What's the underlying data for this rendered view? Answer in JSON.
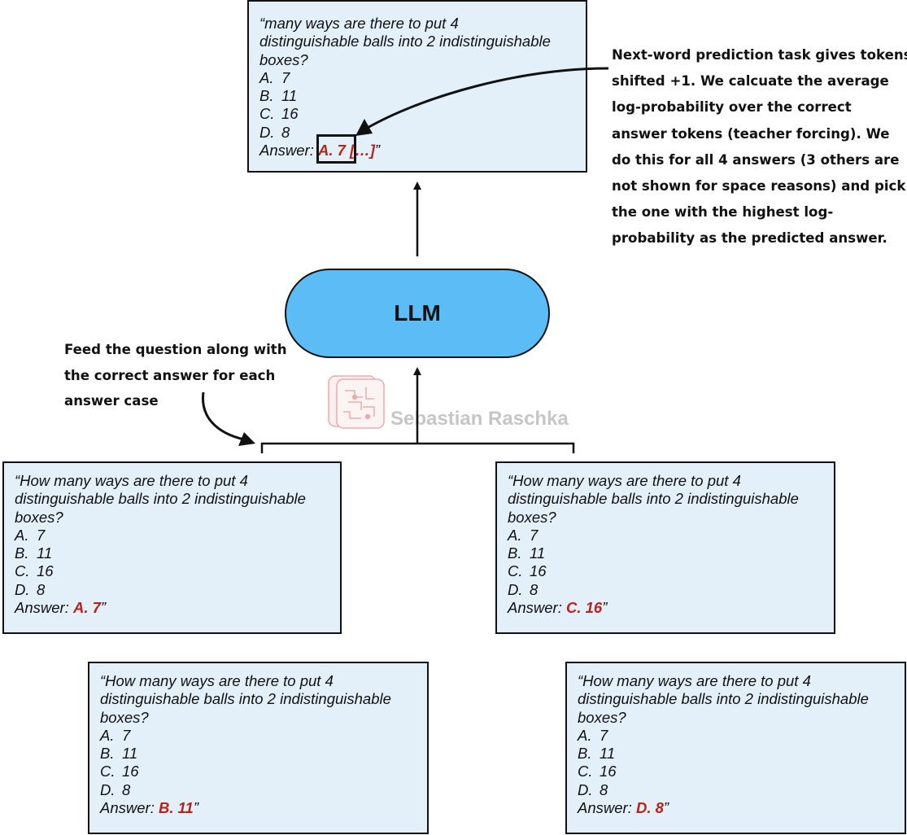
{
  "top_box": {
    "lines": [
      "“many ways are there to put 4",
      "distinguishable balls into 2 indistinguishable",
      "boxes?"
    ],
    "options": [
      {
        "letter": "A.",
        "value": "7"
      },
      {
        "letter": "B.",
        "value": "11"
      },
      {
        "letter": "C.",
        "value": "16"
      },
      {
        "letter": "D.",
        "value": "8"
      }
    ],
    "answer_prefix": "Answer: ",
    "answer_highlight": "A. 7 […]",
    "answer_suffix": "”"
  },
  "llm": {
    "label": "LLM"
  },
  "right_note": {
    "lines": [
      "Next-word prediction task gives tokens",
      "shifted +1. We calcuate the average",
      "log-probability over the correct",
      "answer tokens (teacher forcing). We",
      "do this for all 4 answers (3 others are",
      "not shown for space reasons) and pick",
      "the one with the highest log-",
      "probability as the predicted answer."
    ]
  },
  "left_note": {
    "lines": [
      "Feed the question along with",
      "the correct answer for each",
      "answer case"
    ]
  },
  "watermark": {
    "text": "Sebastian Raschka"
  },
  "question": {
    "lines": [
      "“How many ways are there to put 4",
      "distinguishable balls into 2 indistinguishable",
      "boxes?"
    ],
    "options": [
      {
        "letter": "A.",
        "value": "7"
      },
      {
        "letter": "B.",
        "value": "11"
      },
      {
        "letter": "C.",
        "value": "16"
      },
      {
        "letter": "D.",
        "value": "8"
      }
    ],
    "answer_prefix": "Answer: ",
    "answer_suffix": "”"
  },
  "answer_cases": [
    {
      "answer": "A. 7"
    },
    {
      "answer": "C. 16"
    },
    {
      "answer": "B. 11"
    },
    {
      "answer": "D. 8"
    }
  ],
  "colors": {
    "box_fill": "#e3f0fa",
    "llm_fill": "#5cbdf6",
    "answer_red": "#b5231a",
    "stroke": "#111111"
  }
}
